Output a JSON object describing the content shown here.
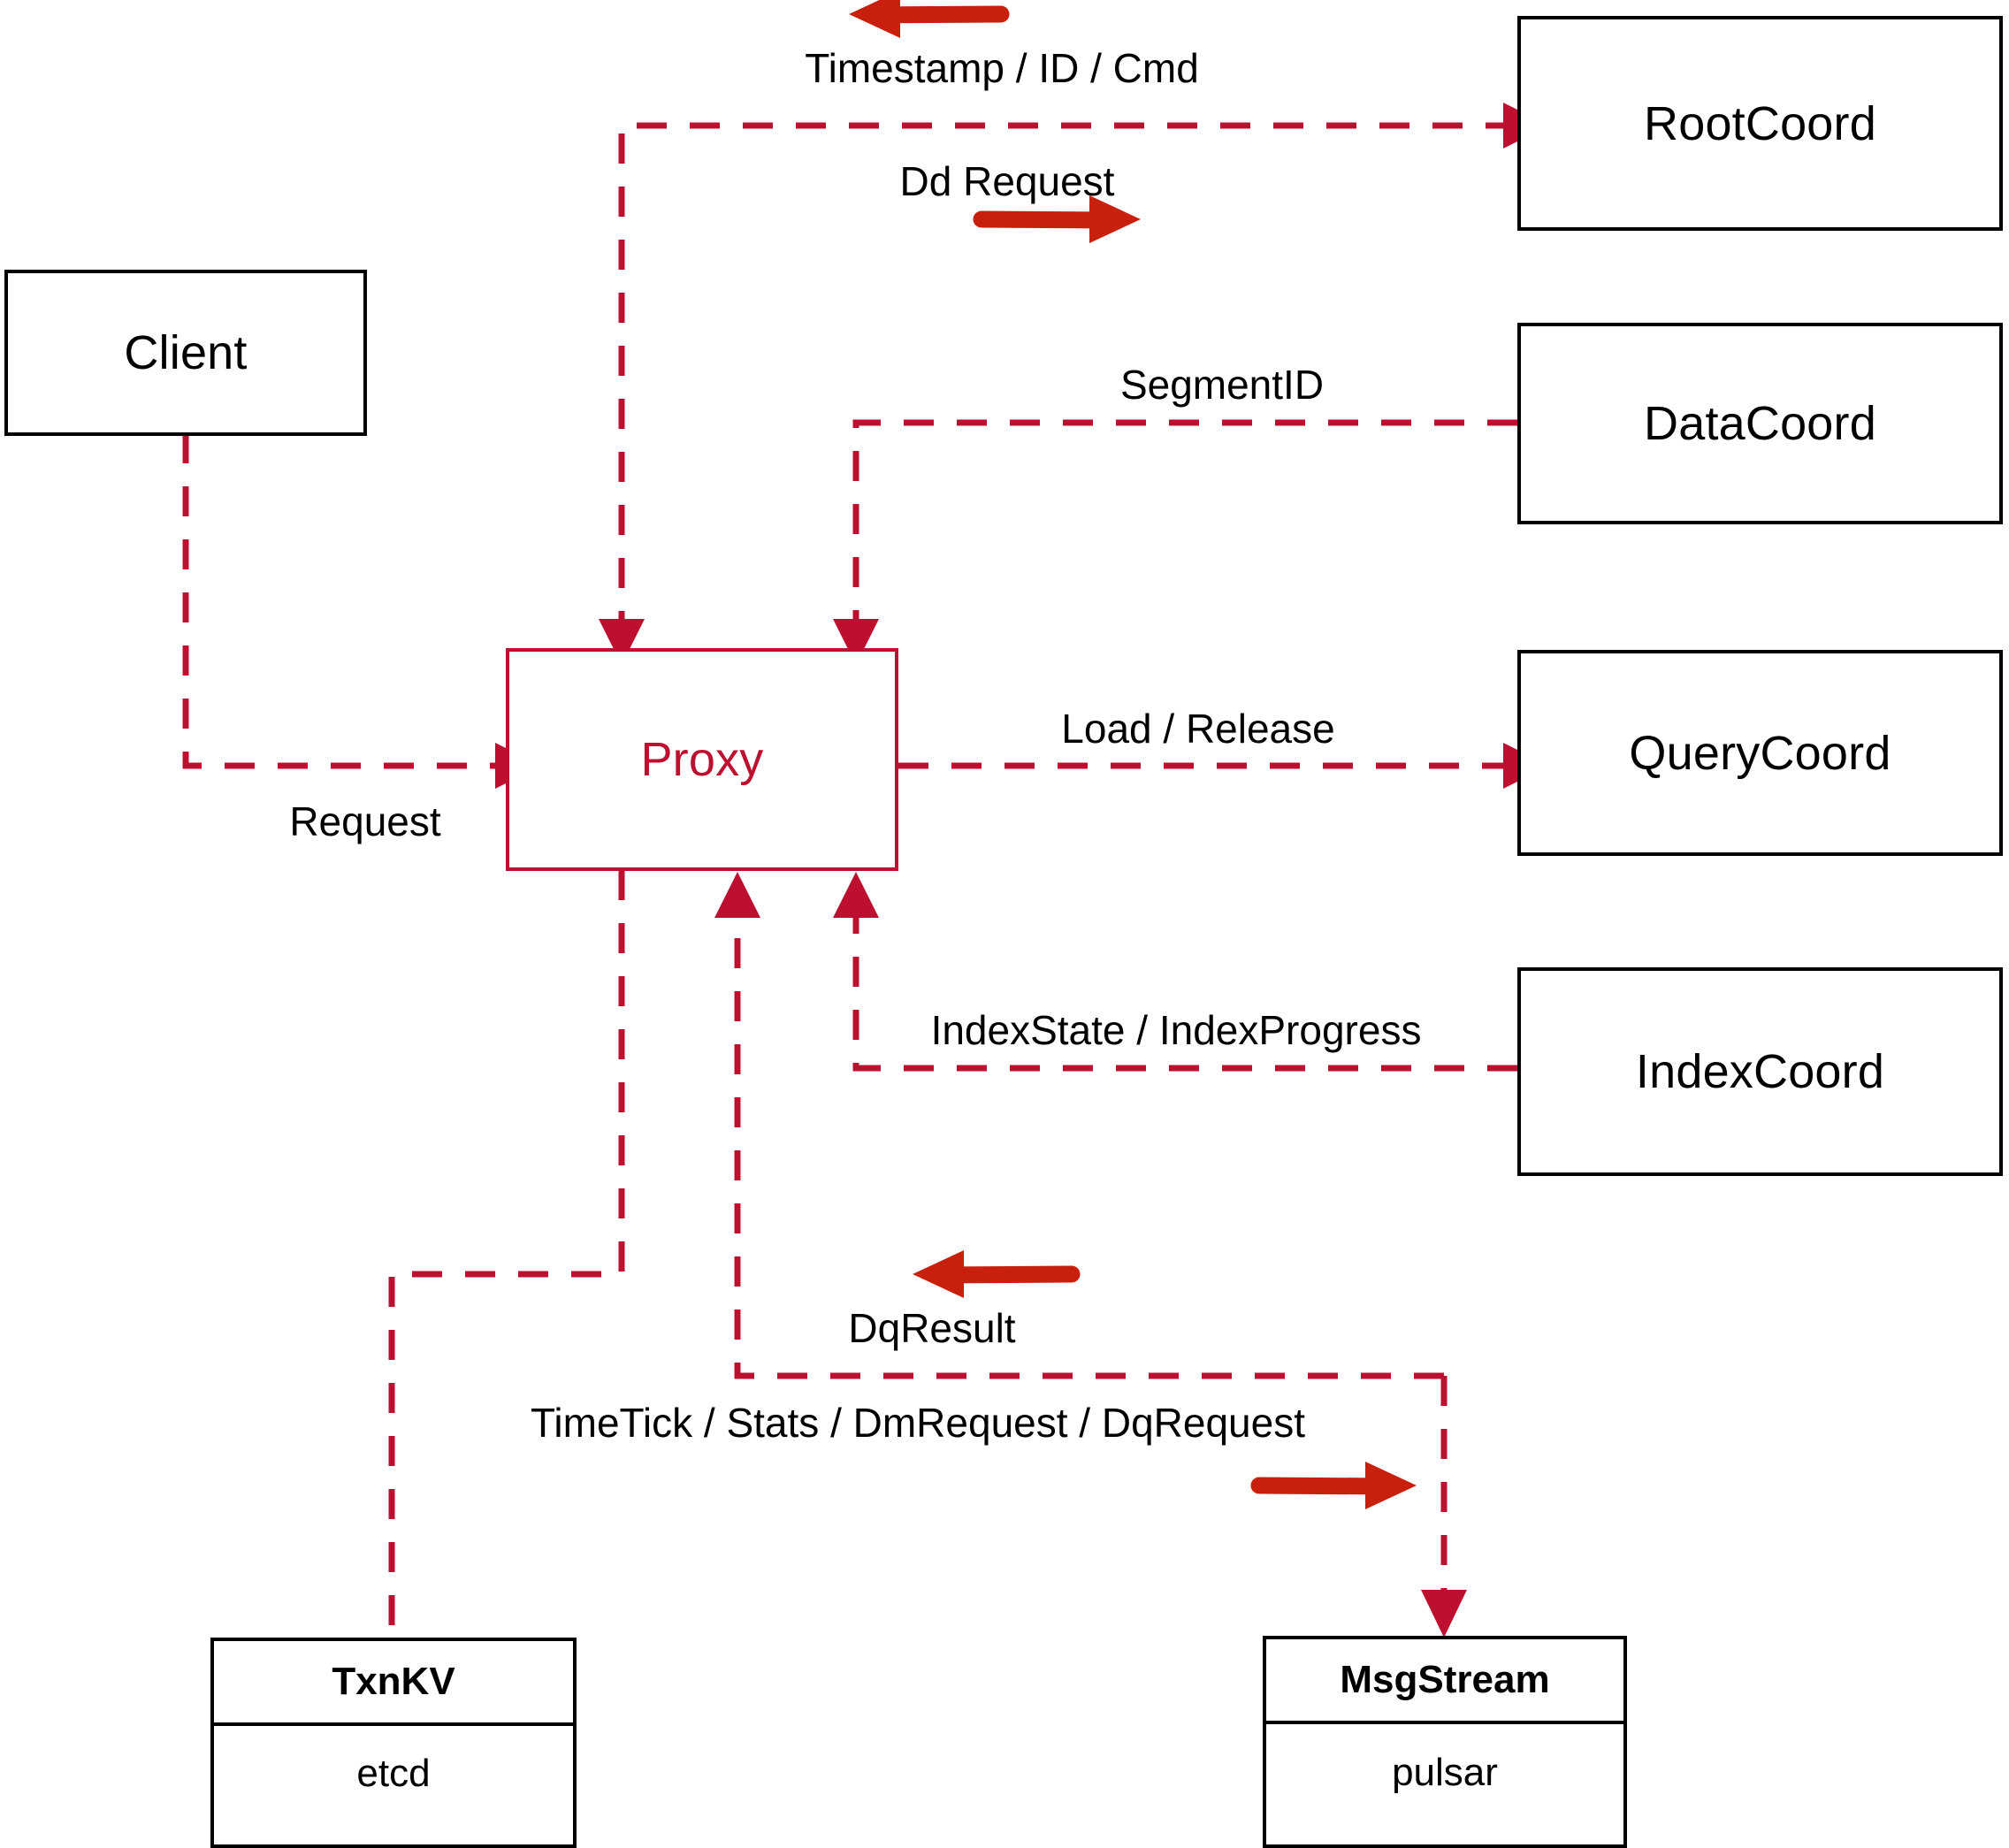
{
  "diagram": {
    "title": "Milvus Proxy interaction diagram",
    "colors": {
      "dashed_line": "#bd1030",
      "solid_arrow": "#c8200d",
      "node_border": "#000000",
      "proxy_border": "#bd1030",
      "proxy_text": "#bd1030",
      "background": "#ffffff"
    }
  },
  "nodes": {
    "client": {
      "label": "Client"
    },
    "proxy": {
      "label": "Proxy"
    },
    "root_coord": {
      "label": "RootCoord"
    },
    "data_coord": {
      "label": "DataCoord"
    },
    "query_coord": {
      "label": "QueryCoord"
    },
    "index_coord": {
      "label": "IndexCoord"
    },
    "txnkv": {
      "header": "TxnKV",
      "body": "etcd"
    },
    "msgstream": {
      "header": "MsgStream",
      "body": "pulsar"
    }
  },
  "edge_labels": {
    "timestamp_id_cmd": "Timestamp / ID / Cmd",
    "dd_request": "Dd Request",
    "segment_id": "SegmentID",
    "request": "Request",
    "load_release": "Load / Release",
    "index_state_progress": "IndexState / IndexProgress",
    "dq_result": "DqResult",
    "timetick_stats": "TimeTick / Stats / DmRequest / DqRequest"
  },
  "icons": {
    "arrow_left": "arrow-left-icon",
    "arrow_right": "arrow-right-icon",
    "arrow_up": "arrow-up-icon",
    "arrow_down": "arrow-down-icon"
  }
}
